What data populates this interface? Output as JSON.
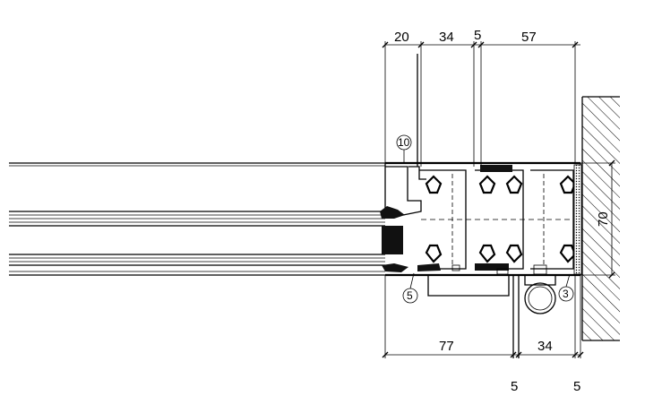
{
  "dimensions": {
    "top": [
      "20",
      "34",
      "5",
      "57"
    ],
    "bottom": [
      "77",
      "34"
    ],
    "bottom_small": [
      "5",
      "5"
    ],
    "side": "70"
  },
  "callouts": [
    "10",
    "5",
    "3"
  ],
  "colors": {
    "line": "#000000",
    "background": "#ffffff",
    "hatch": "#000000",
    "gasket": "#111111"
  }
}
